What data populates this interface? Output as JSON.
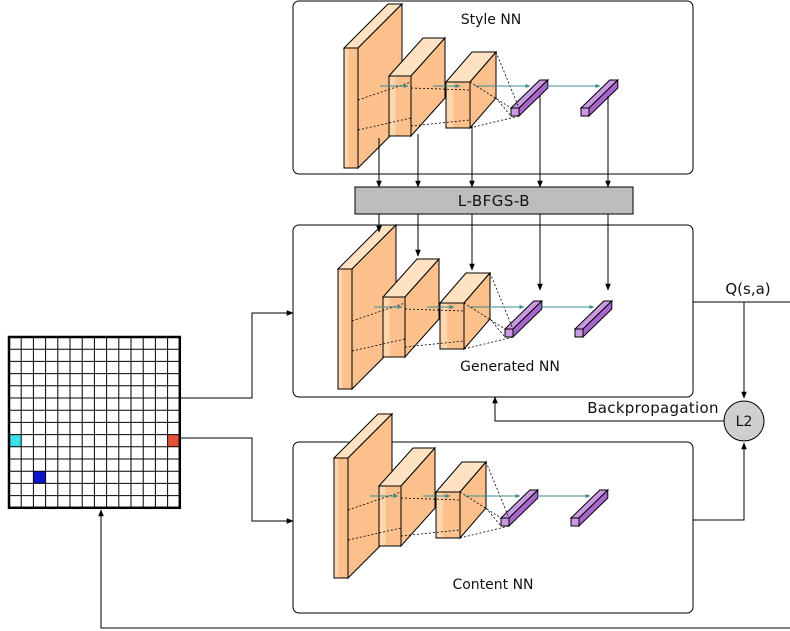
{
  "style_nn": {
    "title": "Style NN"
  },
  "generated_nn": {
    "title": "Generated NN"
  },
  "content_nn": {
    "title": "Content NN"
  },
  "optimizer": {
    "label": "L-BFGS-B"
  },
  "output": {
    "label": "Q(s,a)"
  },
  "loss": {
    "label": "L2"
  },
  "backprop": {
    "label": "Backpropagation"
  },
  "grid": {
    "rows": 14,
    "cols": 14,
    "highlighted_cells": [
      {
        "row": 8,
        "col": 0,
        "color": "#3ee0e8"
      },
      {
        "row": 8,
        "col": 13,
        "color": "#e8503a"
      },
      {
        "row": 11,
        "col": 2,
        "color": "#0a14c8"
      }
    ]
  },
  "colors": {
    "conv_front": "#fbc08b",
    "conv_side": "#fdd6ad",
    "conv_top": "#ffe2c2",
    "dense_face": "#c99ae2",
    "dense_side": "#a866cc",
    "optimizer_fill": "#bdbdbd",
    "loss_fill": "#cfcfcf",
    "flow_arrow": "#3d8c8c"
  }
}
